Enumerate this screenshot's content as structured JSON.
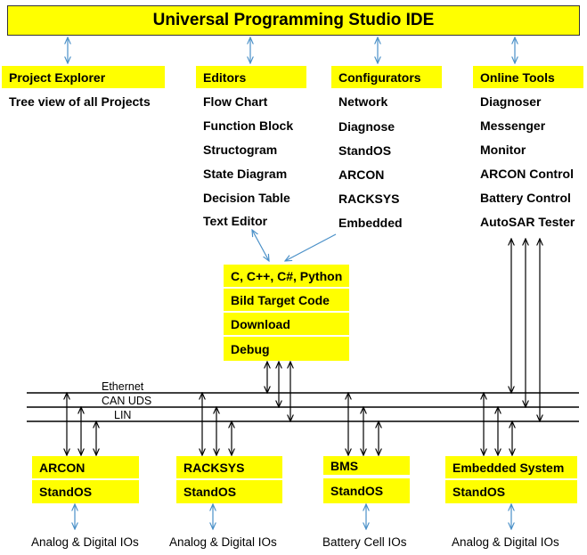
{
  "title": "Universal Programming Studio IDE",
  "columns": {
    "project_explorer": {
      "header": "Project Explorer",
      "items": [
        "Tree view of all Projects"
      ]
    },
    "editors": {
      "header": "Editors",
      "items": [
        "Flow Chart",
        "Function Block",
        "Structogram",
        "State Diagram",
        "Decision Table",
        "Text Editor"
      ]
    },
    "configurators": {
      "header": "Configurators",
      "items": [
        "Network",
        "Diagnose",
        "StandOS",
        "ARCON",
        "RACKSYS",
        "Embedded"
      ]
    },
    "online_tools": {
      "header": "Online Tools",
      "items": [
        "Diagnoser",
        "Messenger",
        "Monitor",
        "ARCON Control",
        "Battery Control",
        "AutoSAR Tester"
      ]
    }
  },
  "build_chain": [
    "C, C++, C#, Python",
    "Bild Target Code",
    "Download",
    "Debug"
  ],
  "buses": [
    "Ethernet",
    "CAN UDS",
    "LIN"
  ],
  "nodes": [
    {
      "label": "ARCON",
      "os": "StandOS",
      "io": "Analog & Digital IOs"
    },
    {
      "label": "RACKSYS",
      "os": "StandOS",
      "io": "Analog & Digital IOs"
    },
    {
      "label": "BMS",
      "os": "StandOS",
      "io": "Battery Cell IOs"
    },
    {
      "label": "Embedded System",
      "os": "StandOS",
      "io": "Analog & Digital IOs"
    }
  ],
  "colors": {
    "box_fill": "#ffff00",
    "arrow_blue": "#4a90c8",
    "line": "#000000"
  }
}
